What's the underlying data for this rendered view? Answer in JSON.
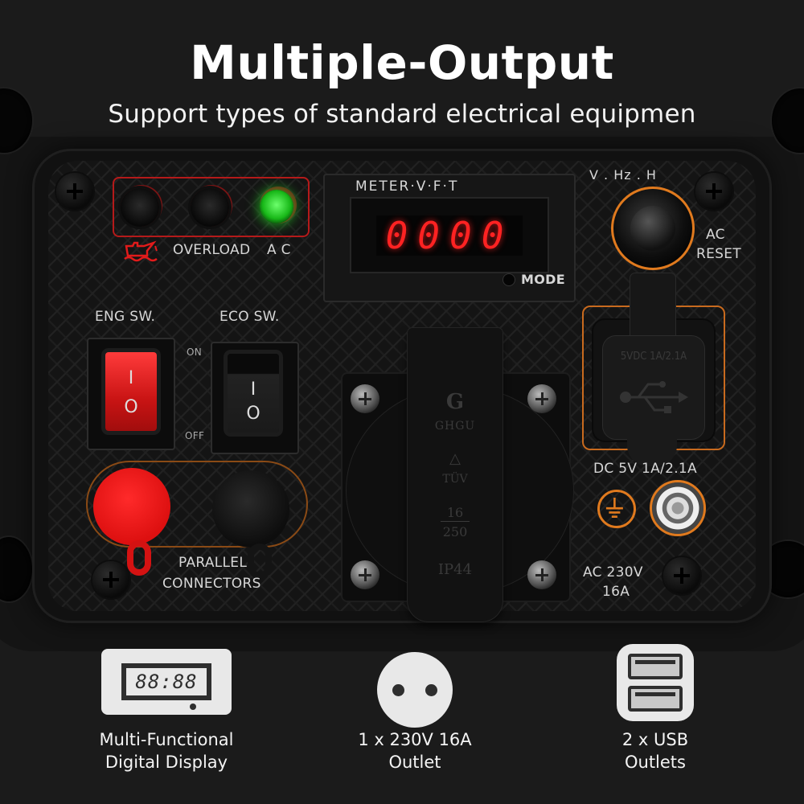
{
  "header": {
    "title": "Multiple-Output",
    "subtitle": "Support types of standard electrical equipmen"
  },
  "panel": {
    "indicators": {
      "labels": [
        "OVERLOAD",
        "A C"
      ],
      "leds": [
        {
          "name": "oil-warning",
          "state": "off"
        },
        {
          "name": "overload",
          "state": "off"
        },
        {
          "name": "ac",
          "state": "on",
          "color": "#2fd52f"
        }
      ],
      "frame_color": "#b51a1a"
    },
    "meter": {
      "label": "METER·V·F·T",
      "reading": "0000",
      "mode_label": "MODE",
      "digit_color": "#ff2222"
    },
    "reset": {
      "top_label": "V . Hz . H",
      "label_line1": "AC",
      "label_line2": "RESET",
      "accent": "#e07a1e"
    },
    "switches": {
      "eng": {
        "label": "ENG SW.",
        "on_symbol": "I",
        "off_symbol": "O",
        "color": "#e01a1a"
      },
      "eco": {
        "label": "ECO SW.",
        "on_symbol": "I",
        "off_symbol": "O",
        "color": "#111111"
      },
      "on_label": "ON",
      "off_label": "OFF"
    },
    "parallel": {
      "label_line1": "PARALLEL",
      "label_line2": "CONNECTORS"
    },
    "socket": {
      "brand": "GHGU",
      "cert": "TÜV",
      "rating_top": "16",
      "rating_bottom": "250",
      "ip": "IP44",
      "label_line1": "AC 230V",
      "label_line2": "16A"
    },
    "usb": {
      "cover_text": "5VDC 1A/2.1A",
      "label": "DC 5V 1A/2.1A"
    }
  },
  "features": [
    {
      "icon": "digital-display-icon",
      "lcd": "88:88",
      "line1": "Multi-Functional",
      "line2": "Digital Display"
    },
    {
      "icon": "outlet-icon",
      "line1": "1 x 230V 16A",
      "line2": "Outlet"
    },
    {
      "icon": "usb-ports-icon",
      "line1": "2 x USB",
      "line2": "Outlets"
    }
  ]
}
